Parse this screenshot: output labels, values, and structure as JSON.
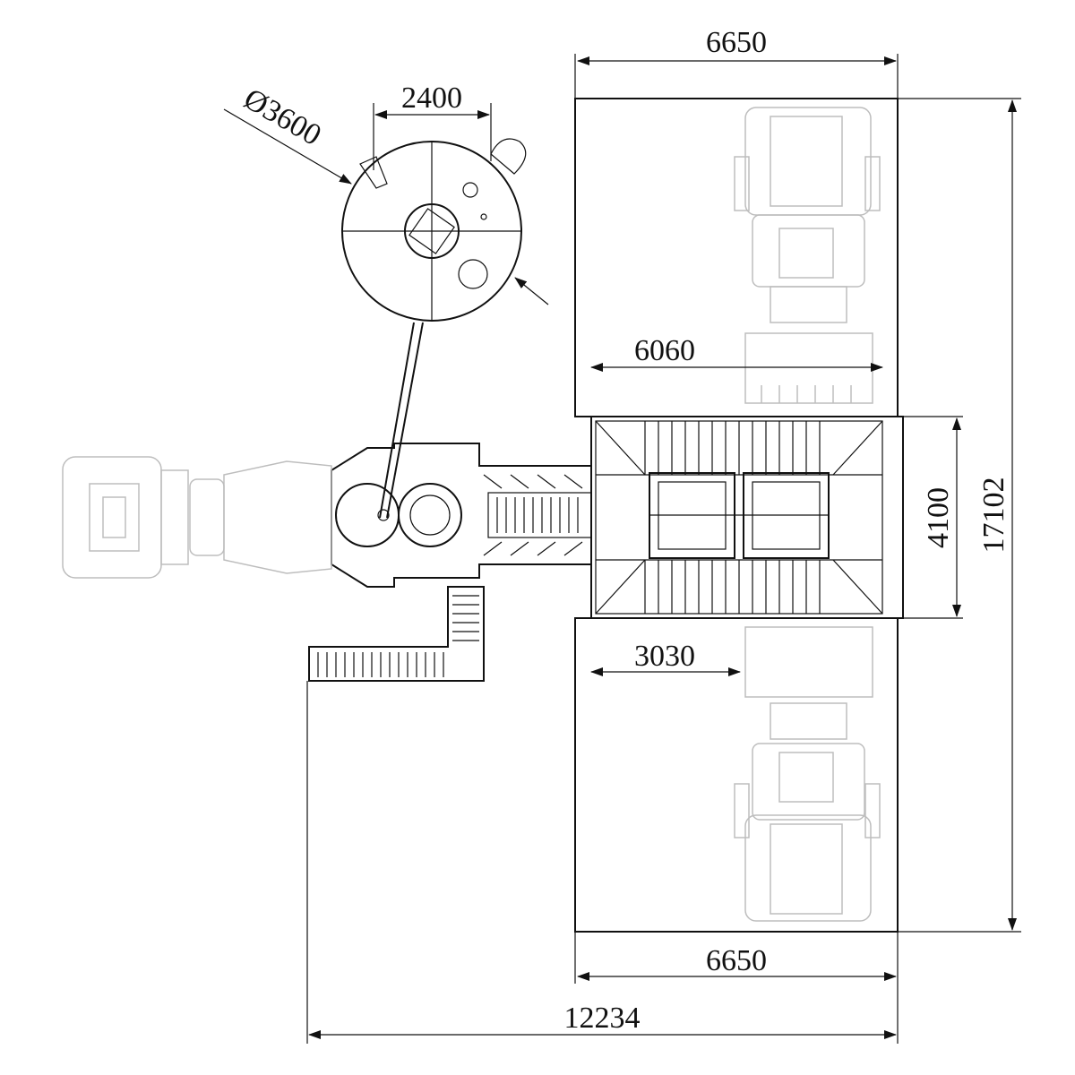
{
  "dimensions": {
    "top_width": "6650",
    "tank_width": "2400",
    "tank_diameter": "Ø3600",
    "inner_width": "6060",
    "height_mid": "4100",
    "total_height": "17102",
    "offset_width": "3030",
    "bottom_width": "6650",
    "total_width": "12234"
  },
  "colors": {
    "line": "#111111",
    "faint": "#bdbdbd"
  }
}
